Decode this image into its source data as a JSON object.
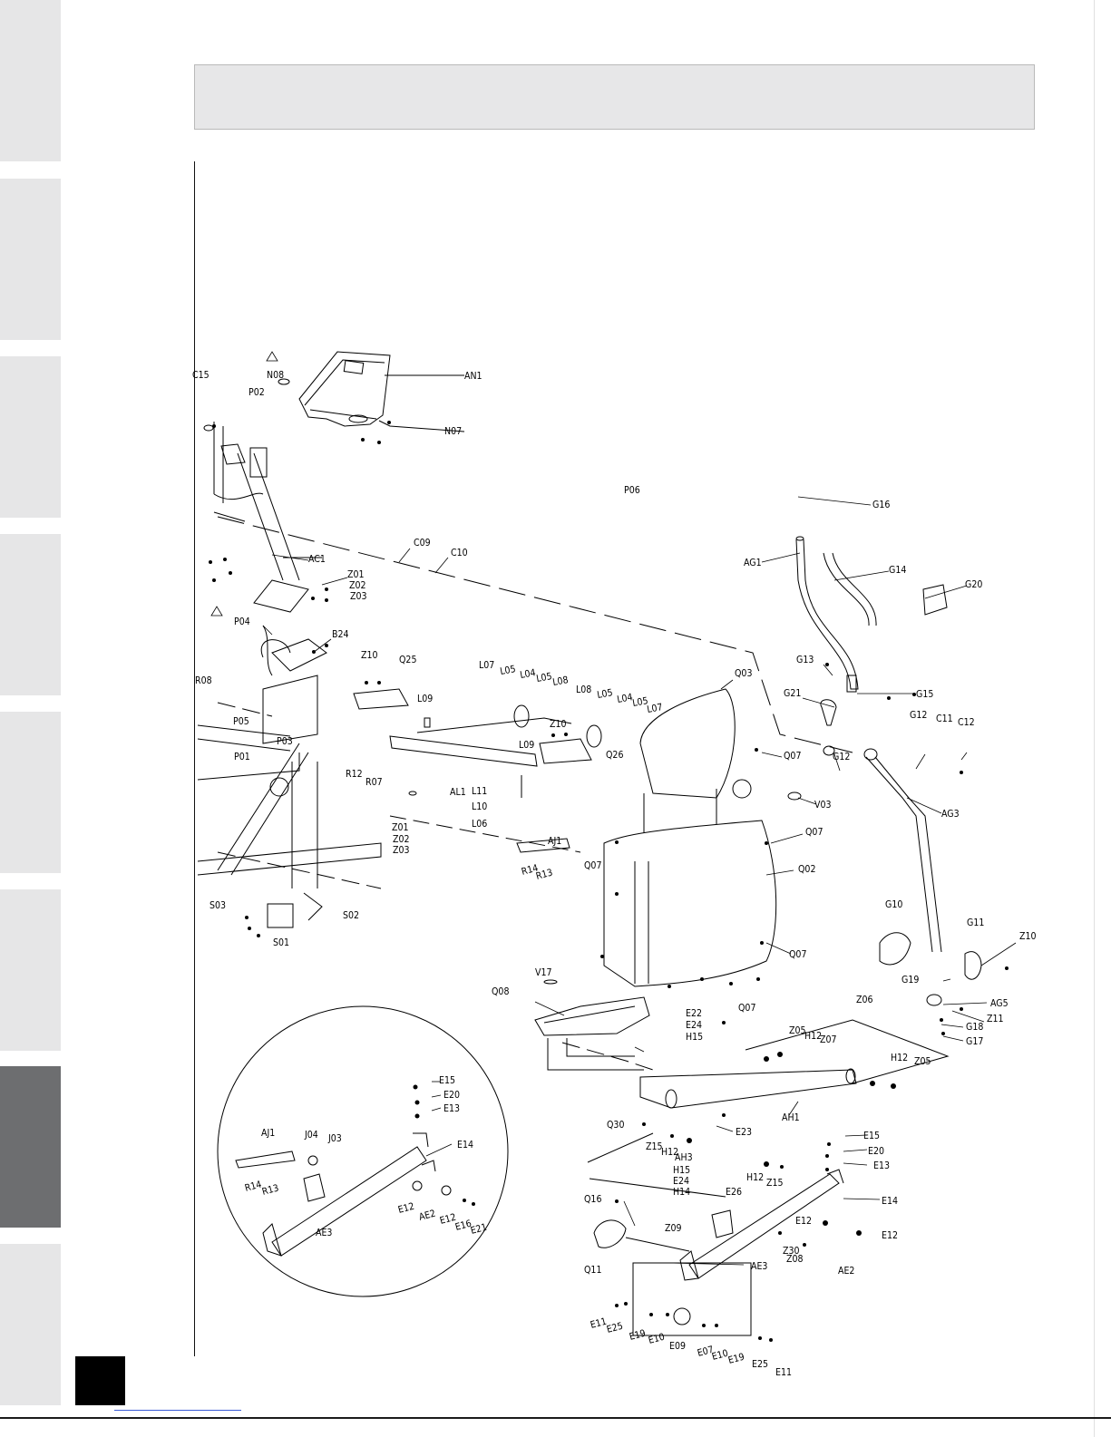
{
  "side_tabs": [
    {
      "name": "tab-1",
      "active": false
    },
    {
      "name": "tab-2",
      "active": false
    },
    {
      "name": "tab-3",
      "active": false
    },
    {
      "name": "tab-4",
      "active": false
    },
    {
      "name": "tab-5",
      "active": false
    },
    {
      "name": "tab-6",
      "active": false
    },
    {
      "name": "tab-7",
      "active": true
    },
    {
      "name": "tab-8",
      "active": false
    }
  ],
  "colors": {
    "tab": "#e6e6e7",
    "tab_active": "#6d6e70",
    "header_box": "#e7e7e8"
  },
  "labels": {
    "AN1": "AN1",
    "N08": "N08",
    "N07": "N07",
    "C15": "C15",
    "P02": "P02",
    "P06": "P06",
    "G16": "G16",
    "AG1": "AG1",
    "G14": "G14",
    "G20": "G20",
    "C09": "C09",
    "C10": "C10",
    "AC1": "AC1",
    "Z01a": "Z01",
    "Z02a": "Z02",
    "Z03a": "Z03",
    "P04": "P04",
    "B24": "B24",
    "Z10a": "Z10",
    "Q25": "Q25",
    "R08": "R08",
    "L07a": "L07",
    "L05a": "L05",
    "L04a": "L04",
    "L05b": "L05",
    "L08a": "L08",
    "L09a": "L09",
    "L08b": "L08",
    "L05c": "L05",
    "L04b": "L04",
    "L05d": "L05",
    "L07b": "L07",
    "Z10b": "Z10",
    "Q03": "Q03",
    "G13": "G13",
    "G15": "G15",
    "G21": "G21",
    "P05": "P05",
    "P03": "P03",
    "P01": "P01",
    "L09b": "L09",
    "Q26": "Q26",
    "Q07a": "Q07",
    "G12a": "G12",
    "C11": "C11",
    "C12": "C12",
    "G12b": "G12",
    "R12": "R12",
    "R07": "R07",
    "AL1": "AL1",
    "L11": "L11",
    "L10": "L10",
    "L06": "L06",
    "V03": "V03",
    "AG3": "AG3",
    "Z01b": "Z01",
    "Z02b": "Z02",
    "Z03b": "Z03",
    "AJ1a": "AJ1",
    "Q07b": "Q07",
    "Q02": "Q02",
    "Q07c": "Q07",
    "R14a": "R14",
    "R13a": "R13",
    "S03": "S03",
    "S02": "S02",
    "S01": "S01",
    "G10": "G10",
    "G11": "G11",
    "Z10c": "Z10",
    "Q07d": "Q07",
    "V17": "V17",
    "Q08": "Q08",
    "G19": "G19",
    "Z06": "Z06",
    "AG5": "AG5",
    "Z11": "Z11",
    "Q07e": "Q07",
    "E22a": "E22",
    "E24a": "E24",
    "H15a": "H15",
    "G18": "G18",
    "G17": "G17",
    "Z05a": "Z05",
    "H12a": "H12",
    "Z07": "Z07",
    "H12b": "H12",
    "Z05b": "Z05",
    "E15a": "E15",
    "E20a": "E20",
    "E13a": "E13",
    "AJ1b": "AJ1",
    "J04": "J04",
    "J03": "J03",
    "E14a": "E14",
    "AH1": "AH1",
    "Q30": "Q30",
    "E23": "E23",
    "Z15a": "Z15",
    "H12c": "H12",
    "AH3": "AH3",
    "H12d": "H12",
    "Z15b": "Z15",
    "E15b": "E15",
    "E20b": "E20",
    "E13b": "E13",
    "H15b": "H15",
    "E24b": "E24",
    "H14": "H14",
    "E26": "E26",
    "R14b": "R14",
    "R13b": "R13",
    "E12a": "E12",
    "AE2a": "AE2",
    "E12b": "E12",
    "E16": "E16",
    "E21": "E21",
    "AE3a": "AE3",
    "Q16": "Q16",
    "E14b": "E14",
    "Z09": "Z09",
    "E12c": "E12",
    "E12d": "E12",
    "Z30": "Z30",
    "Z08": "Z08",
    "AE3b": "AE3",
    "AE2b": "AE2",
    "Q11": "Q11",
    "E11a": "E11",
    "E25a": "E25",
    "E19a": "E19",
    "E10a": "E10",
    "E09": "E09",
    "E07": "E07",
    "E10b": "E10",
    "E19b": "E19",
    "E25b": "E25",
    "E11b": "E11"
  }
}
